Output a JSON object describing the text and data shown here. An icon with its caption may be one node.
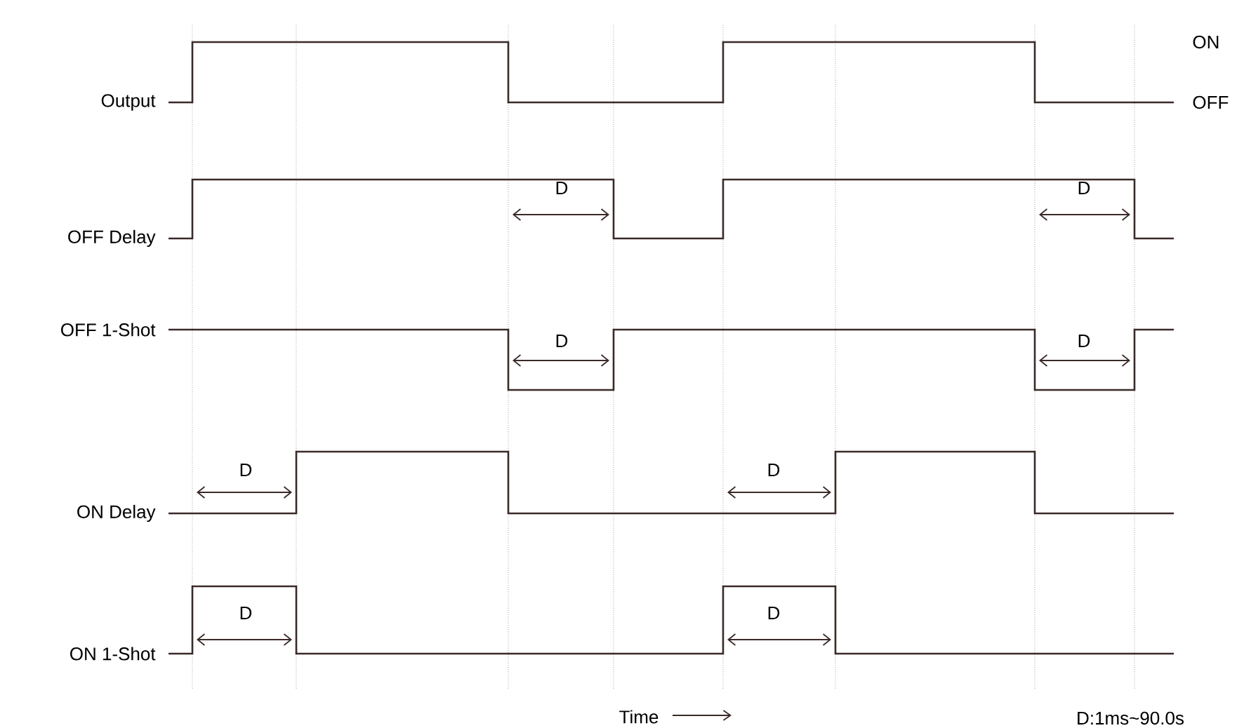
{
  "diagram": {
    "labels": [
      "ON",
      "Output",
      "OFF",
      "D",
      "D",
      "OFF Delay",
      "OFF 1-Shot",
      "D",
      "D",
      "D",
      "D",
      "ON Delay",
      "D",
      "D",
      "ON 1-Shot",
      "Time",
      "D:1ms~90.0s"
    ]
  }
}
